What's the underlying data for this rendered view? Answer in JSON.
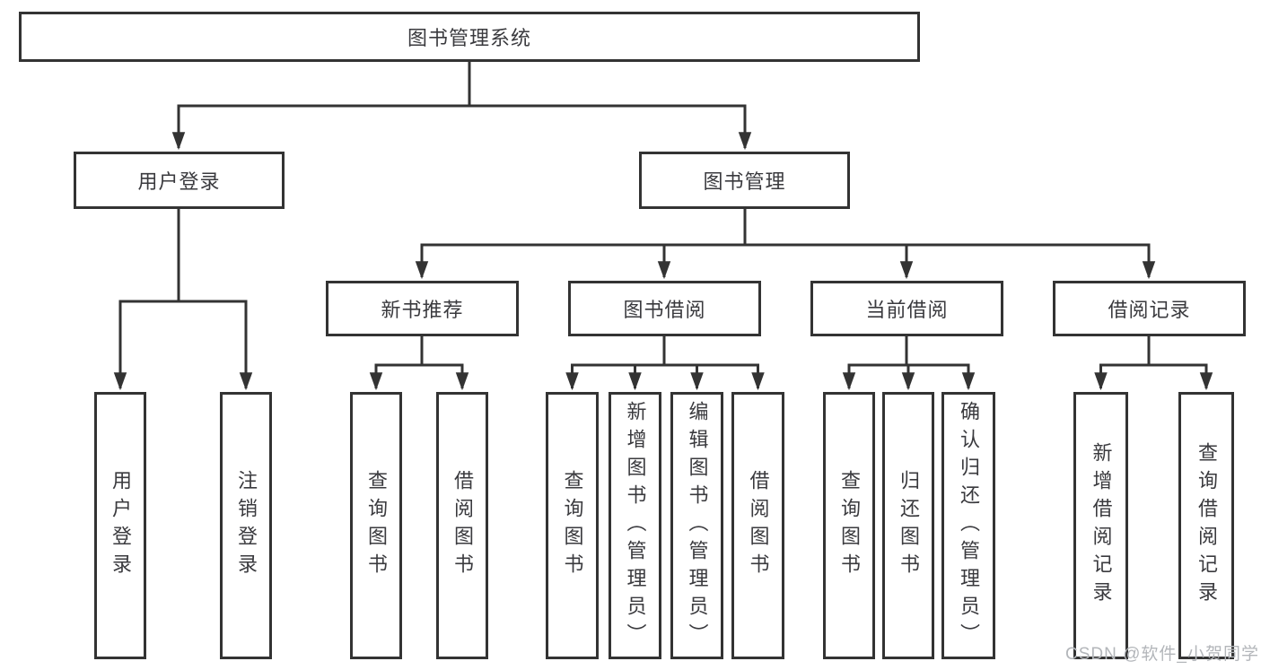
{
  "diagram": {
    "title": "图书管理系统",
    "tree": {
      "root": {
        "label": "图书管理系统"
      },
      "branches": [
        {
          "label": "用户登录",
          "children": [
            {
              "label": "用户登录"
            },
            {
              "label": "注销登录"
            }
          ]
        },
        {
          "label": "图书管理",
          "children": [
            {
              "label": "新书推荐",
              "children": [
                {
                  "label": "查询图书"
                },
                {
                  "label": "借阅图书"
                }
              ]
            },
            {
              "label": "图书借阅",
              "children": [
                {
                  "label": "查询图书"
                },
                {
                  "label": "新增图书（管理员）"
                },
                {
                  "label": "编辑图书（管理员）"
                },
                {
                  "label": "借阅图书"
                }
              ]
            },
            {
              "label": "当前借阅",
              "children": [
                {
                  "label": "查询图书"
                },
                {
                  "label": "归还图书"
                },
                {
                  "label": "确认归还（管理员）"
                }
              ]
            },
            {
              "label": "借阅记录",
              "children": [
                {
                  "label": "新增借阅记录"
                },
                {
                  "label": "查询借阅记录"
                }
              ]
            }
          ]
        }
      ]
    },
    "colors": {
      "line": "#333333",
      "box_background": "#ffffff",
      "text": "#3a3a3e",
      "watermark": "#b3b6ba"
    }
  },
  "watermark": {
    "text": "CSDN @软件_小贺同学"
  }
}
